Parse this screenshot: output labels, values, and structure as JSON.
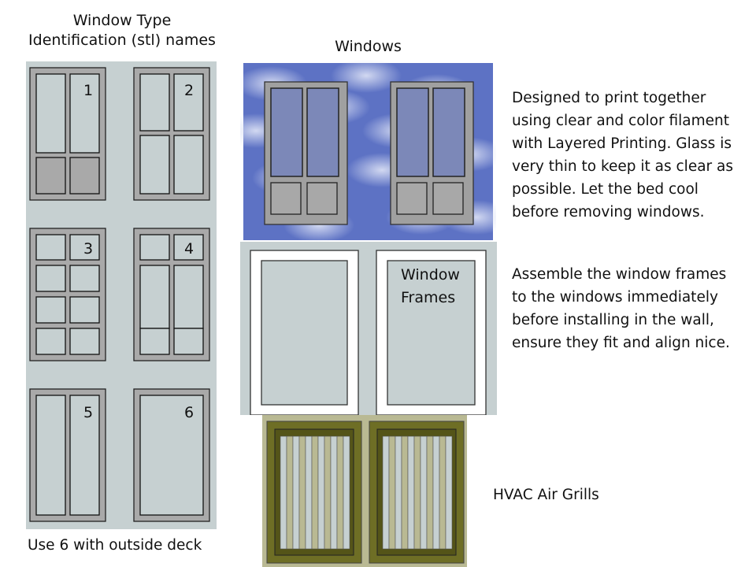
{
  "left": {
    "title_lines": [
      "Window Type",
      "Identification (stl) names"
    ],
    "window_numbers": [
      "1",
      "2",
      "3",
      "4",
      "5",
      "6"
    ],
    "footer": "Use 6 with outside deck"
  },
  "center": {
    "windows_title": "Windows",
    "frames_label_lines": [
      "Window",
      "Frames"
    ]
  },
  "right": {
    "paragraph1": [
      "Designed to print together",
      "using clear and color filament",
      "with Layered Printing. Glass is",
      "very thin to keep it as clear as",
      "possible. Let the bed cool",
      "before removing windows."
    ],
    "paragraph2": [
      "Assemble the window frames",
      "to the windows immediately",
      "before installing in the wall,",
      "ensure they fit and align nice."
    ],
    "hvac_label": "HVAC Air Grills"
  },
  "colors": {
    "panel_bg": "#c6d0d1",
    "frame_gray": "#a9a9a9",
    "sky_blue": "#5d72c4",
    "grill_olive": "#6b6b22",
    "grill_bg": "#b9b993"
  }
}
